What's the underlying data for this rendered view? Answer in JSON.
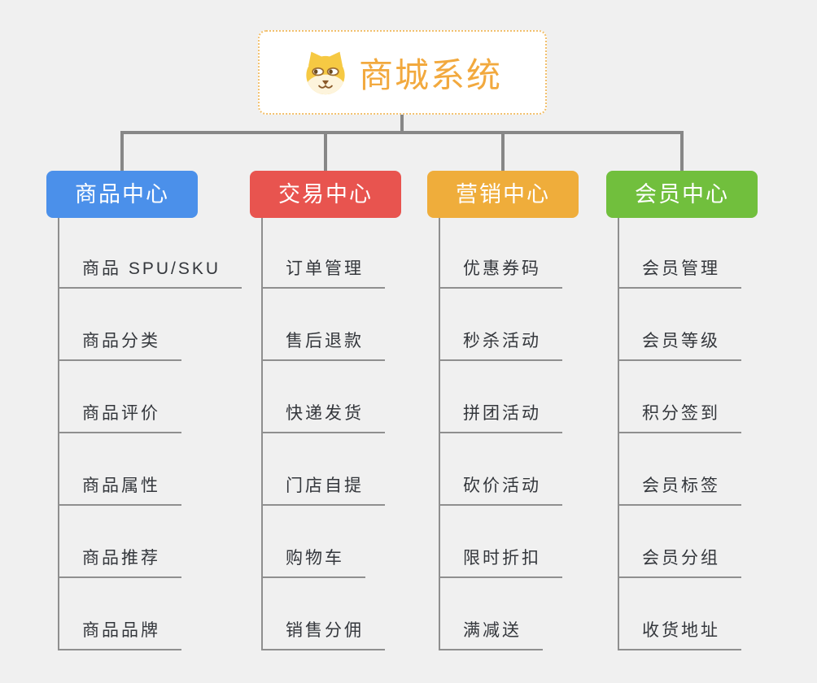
{
  "page": {
    "background_color": "#f0f0f0",
    "connector_color": "#878787",
    "underline_color": "#8f8f8f",
    "item_text_color": "#34373c"
  },
  "root": {
    "title": "商城系统",
    "icon": "dog-face-icon",
    "text_color": "#f2a93e",
    "border_color": "#f2c06d",
    "background": "#ffffff"
  },
  "branches": [
    {
      "label": "商品中心",
      "color": "#4b90ea",
      "items": [
        "商品 SPU/SKU",
        "商品分类",
        "商品评价",
        "商品属性",
        "商品推荐",
        "商品品牌"
      ]
    },
    {
      "label": "交易中心",
      "color": "#e8544f",
      "items": [
        "订单管理",
        "售后退款",
        "快递发货",
        "门店自提",
        "购物车",
        "销售分佣"
      ]
    },
    {
      "label": "营销中心",
      "color": "#efad3b",
      "items": [
        "优惠券码",
        "秒杀活动",
        "拼团活动",
        "砍价活动",
        "限时折扣",
        "满减送"
      ]
    },
    {
      "label": "会员中心",
      "color": "#71bf3d",
      "items": [
        "会员管理",
        "会员等级",
        "积分签到",
        "会员标签",
        "会员分组",
        "收货地址"
      ]
    }
  ]
}
